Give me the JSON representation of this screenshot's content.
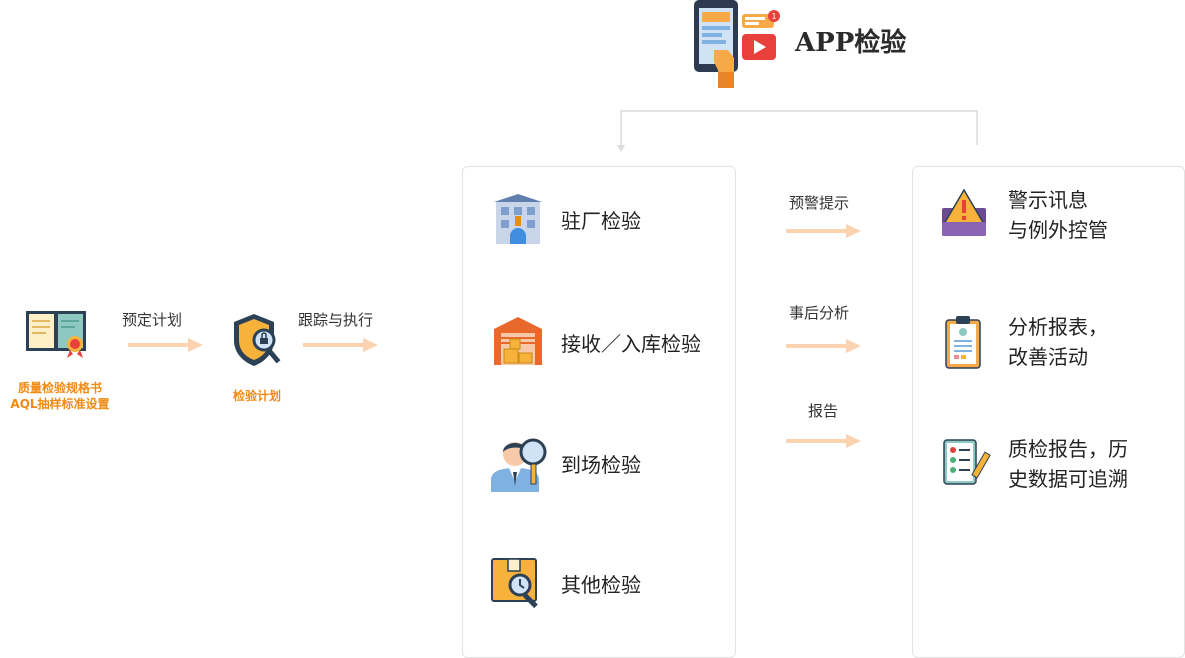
{
  "header": {
    "title": "APP检验",
    "icon": "mobile-app-icon"
  },
  "left_flow": {
    "spec_caption": [
      "质量检验规格书",
      "AQL抽样标准设置"
    ],
    "step1_label": "预定计划",
    "plan_caption": "检验计划",
    "step2_label": "跟踪与执行"
  },
  "inspection_types": [
    {
      "label": "驻厂检验",
      "icon": "factory-building-icon"
    },
    {
      "label": "接收／入库检验",
      "icon": "warehouse-icon"
    },
    {
      "label": "到场检验",
      "icon": "inspector-magnifier-icon"
    },
    {
      "label": "其他检验",
      "icon": "box-inspection-icon"
    }
  ],
  "connectors": [
    {
      "label": "预警提示"
    },
    {
      "label": "事后分析"
    },
    {
      "label": "报告"
    }
  ],
  "outcomes": [
    {
      "lines": [
        "警示讯息",
        "与例外控管"
      ],
      "icon": "warning-inbox-icon"
    },
    {
      "lines": [
        "分析报表，",
        "改善活动"
      ],
      "icon": "clipboard-report-icon"
    },
    {
      "lines": [
        "质检报告，历",
        "史数据可追溯"
      ],
      "icon": "checklist-pen-icon"
    }
  ],
  "colors": {
    "accent_orange": "#f08a12",
    "arrow_peach": "#fbd3b0",
    "panel_border": "#e3e3e3"
  }
}
